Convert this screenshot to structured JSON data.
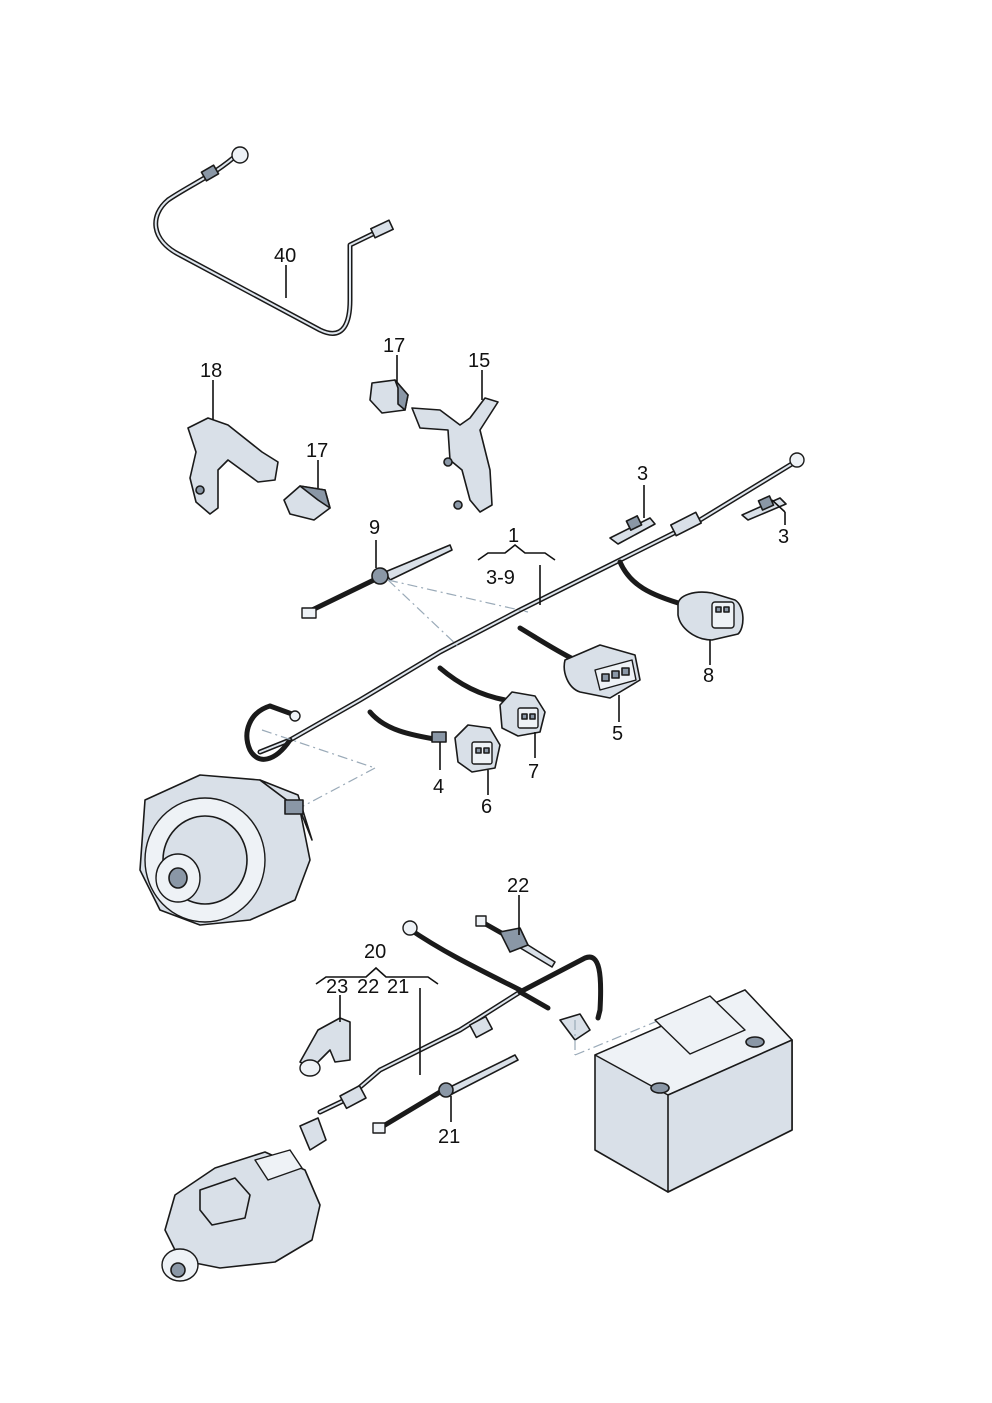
{
  "labels": {
    "l40": "40",
    "l17a": "17",
    "l15": "15",
    "l18": "18",
    "l17b": "17",
    "l3a": "3",
    "l3b": "3",
    "l9": "9",
    "l1": "1",
    "l3to9": "3-9",
    "l8": "8",
    "l5": "5",
    "l7": "7",
    "l4": "4",
    "l6": "6",
    "l22top": "22",
    "l20": "20",
    "l23": "23",
    "l22": "22",
    "l21a": "21",
    "l21b": "21"
  },
  "colors": {
    "line": "#111111",
    "part_fill": "#d9e0e8",
    "part_dark": "#8a97a6",
    "dashed": "#9aaab8"
  }
}
